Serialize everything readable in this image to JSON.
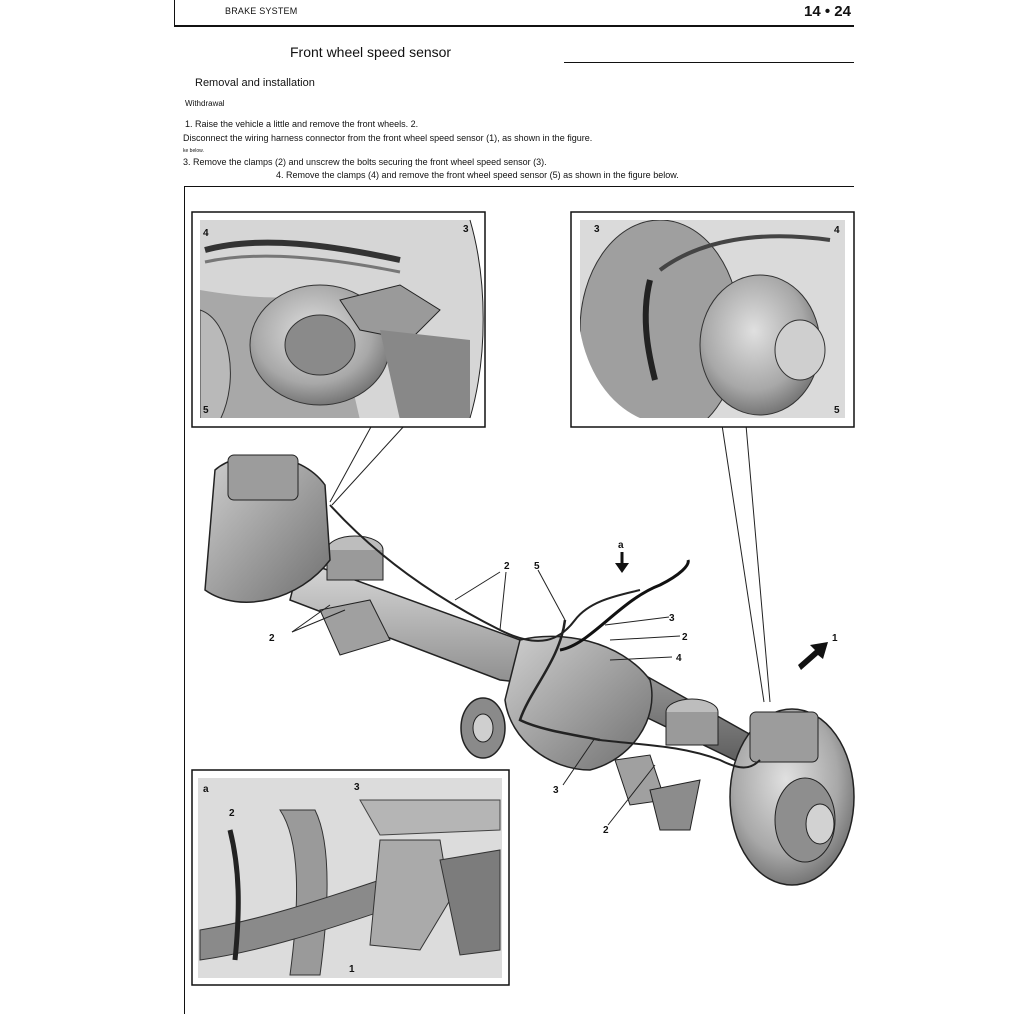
{
  "header": {
    "section": "BRAKE SYSTEM",
    "page": "14 • 24"
  },
  "title": "Front wheel speed sensor",
  "subheading": "Removal and installation",
  "subsubheading": "Withdrawal",
  "steps": [
    "1. Raise the vehicle a little and remove the front wheels. 2.",
    "Disconnect the wiring harness connector from the front wheel speed sensor (1), as shown in the figure.",
    "ke below.",
    "3. Remove the clamps (2) and unscrew the bolts securing the front wheel speed sensor (3).",
    "4. Remove the clamps (4) and remove the front wheel speed sensor (5) as shown in the figure below."
  ],
  "figure": {
    "labels": {
      "one": "1",
      "two": "2",
      "three": "3",
      "four": "4",
      "five": "5",
      "a": "a"
    }
  }
}
